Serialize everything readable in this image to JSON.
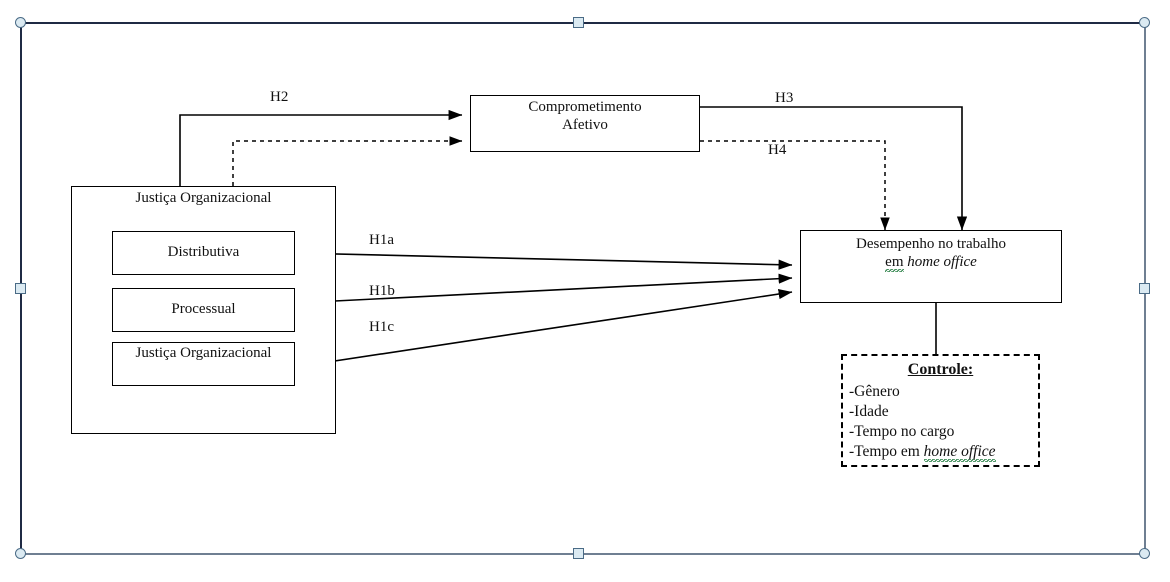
{
  "document": {
    "type": "research-model-diagram",
    "language": "pt-BR",
    "selection_state": "selected-object-with-handles"
  },
  "nodes": {
    "justica_group": {
      "title": "Justiça Organizacional",
      "items": [
        "Distributiva",
        "Processual",
        "Justiça Organizacional"
      ]
    },
    "comprometimento": {
      "line1": "Comprometimento",
      "line2": "Afetivo"
    },
    "desempenho": {
      "line1": "Desempenho no trabalho",
      "line2_prefix": "em",
      "line2_italic": "home office"
    },
    "controle": {
      "title": "Controle:",
      "items": [
        {
          "text": "-Gênero",
          "italic": ""
        },
        {
          "text": "-Idade",
          "italic": ""
        },
        {
          "text": "-Tempo no cargo",
          "italic": ""
        },
        {
          "text": "-Tempo em ",
          "italic": "home office"
        }
      ]
    }
  },
  "hypotheses": {
    "h1a": "H1a",
    "h1b": "H1b",
    "h1c": "H1c",
    "h2": "H2",
    "h3": "H3",
    "h4": "H4"
  },
  "colors": {
    "stroke": "#000000",
    "selection_frame": "#1f2a44",
    "selection_frame_light": "#6f7f92",
    "handle_fill": "#dbeaf2",
    "handle_border": "#4a6b86",
    "spellcheck_underline": "#1f7a3d",
    "background": "#ffffff"
  }
}
